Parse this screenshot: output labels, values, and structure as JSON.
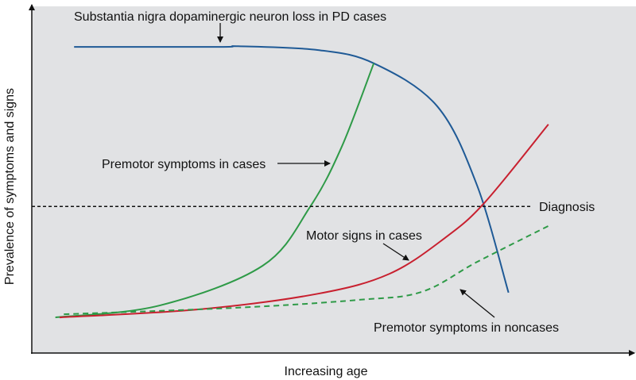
{
  "chart_data": {
    "type": "line",
    "title": "",
    "xlabel": "Increasing age",
    "ylabel": "Prevalence of symptoms and signs",
    "xlim": [
      0,
      100
    ],
    "ylim": [
      0,
      100
    ],
    "grid": false,
    "units": "arbitrary (conceptual, no ticks shown)",
    "series": [
      {
        "name": "Substantia nigra dopaminergic neuron loss in PD cases",
        "color": "#1f5a96",
        "dash": false,
        "points": [
          [
            7,
            87.7
          ],
          [
            31,
            87.7
          ],
          [
            34.2,
            87.9
          ],
          [
            47.4,
            86.8
          ],
          [
            56.6,
            83
          ],
          [
            67.1,
            70.7
          ],
          [
            73.7,
            48
          ],
          [
            78.9,
            17.3
          ]
        ]
      },
      {
        "name": "Premotor symptoms in cases",
        "color": "#2e9a47",
        "dash": false,
        "points": [
          [
            3.9,
            10.2
          ],
          [
            21.1,
            13.6
          ],
          [
            38.2,
            25
          ],
          [
            46.1,
            42
          ],
          [
            51.3,
            59.1
          ],
          [
            56.6,
            83
          ]
        ]
      },
      {
        "name": "Motor signs in cases",
        "color": "#c8202f",
        "dash": false,
        "points": [
          [
            4.6,
            10.2
          ],
          [
            27.6,
            12.5
          ],
          [
            47.4,
            17
          ],
          [
            59.2,
            22.7
          ],
          [
            68.4,
            33
          ],
          [
            75,
            43.2
          ],
          [
            85.5,
            65.5
          ]
        ]
      },
      {
        "name": "Premotor symptoms in noncases",
        "color": "#2e9a47",
        "dash": true,
        "points": [
          [
            5.3,
            11.1
          ],
          [
            34.2,
            13
          ],
          [
            53.9,
            15.2
          ],
          [
            64.5,
            17.5
          ],
          [
            73.7,
            26.1
          ],
          [
            85.5,
            36.4
          ]
        ]
      }
    ],
    "reference_line": {
      "label": "Diagnosis",
      "y": 42,
      "x_end": 82.6,
      "color": "#111111"
    },
    "annotations": {
      "neuron_loss": "Substantia nigra dopaminergic neuron loss in PD cases",
      "premotor_cases": "Premotor symptoms in cases",
      "motor_cases": "Motor signs in cases",
      "premotor_noncases": "Premotor symptoms in noncases",
      "diagnosis": "Diagnosis"
    },
    "background": "#e1e2e4"
  }
}
